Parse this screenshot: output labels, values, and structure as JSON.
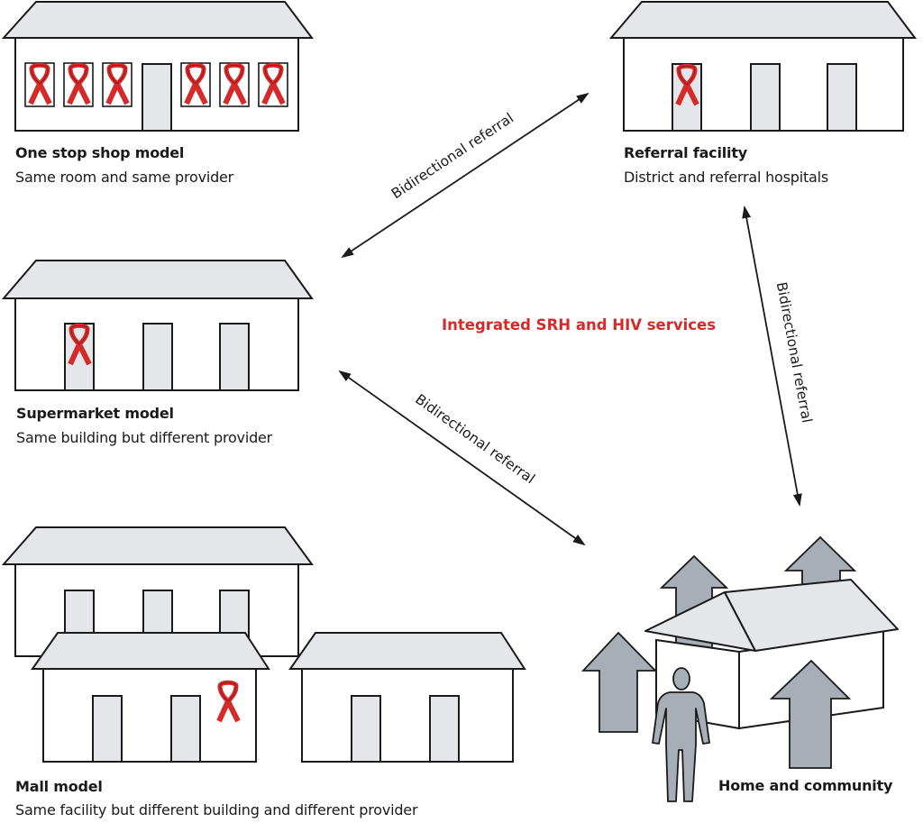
{
  "colors": {
    "line": "#1a1a1a",
    "roof": "#e4e6e9",
    "wall": "#ffffff",
    "door": "#e4e6e9",
    "ribbon": "#d42a2a",
    "ribbon_dark": "#8e1414",
    "arrow_grey": "#a8aeb5",
    "figure": "#a8aeb5",
    "center_text": "#d42a2a"
  },
  "icons": {
    "ribbon": "red-awareness-ribbon-icon",
    "person": "person-icon",
    "up_arrow": "up-arrow-icon",
    "double_arrow": "double-headed-arrow-icon"
  },
  "center_label": "Integrated SRH and HIV services",
  "models": {
    "one_stop": {
      "title": "One stop shop model",
      "subtitle": "Same room and same provider"
    },
    "referral": {
      "title": "Referral facility",
      "subtitle": "District and referral hospitals"
    },
    "supermarket": {
      "title": "Supermarket model",
      "subtitle": "Same building but different provider"
    },
    "mall": {
      "title": "Mall model",
      "subtitle": "Same facility but different building and different provider"
    },
    "home": {
      "title": "Home and community"
    }
  },
  "referral_labels": {
    "top": "Bidirectional referral",
    "middle": "Bidirectional referral",
    "right": "Bidirectional referral"
  }
}
